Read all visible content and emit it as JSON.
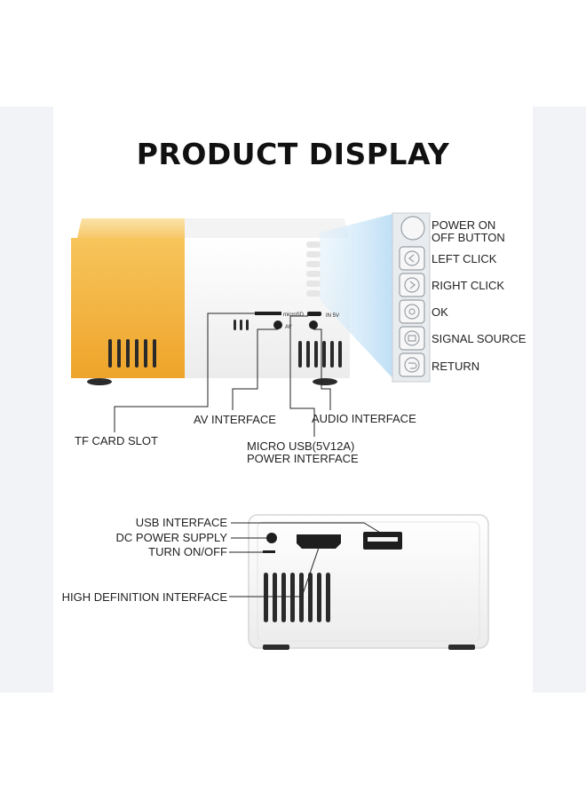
{
  "title": "PRODUCT DISPLAY",
  "front_view": {
    "port_labels": {
      "micro_sd": "microSD",
      "in_5v": "IN 5V",
      "av": "AV"
    },
    "buttons": [
      {
        "icon": "power-icon",
        "label_line1": "POWER ON",
        "label_line2": "OFF BUTTON"
      },
      {
        "icon": "left-arrow-icon",
        "label": "LEFT CLICK"
      },
      {
        "icon": "right-arrow-icon",
        "label": "RIGHT CLICK"
      },
      {
        "icon": "ok-icon",
        "label": "OK"
      },
      {
        "icon": "signal-source-icon",
        "label": "SIGNAL SOURCE"
      },
      {
        "icon": "return-icon",
        "label": "RETURN"
      }
    ],
    "callouts": {
      "av_interface": "AV INTERFACE",
      "audio_interface": "AUDIO INTERFACE",
      "tf_card_slot": "TF CARD SLOT",
      "micro_usb_line1": "MICRO USB(5V12A)",
      "micro_usb_line2": "POWER INTERFACE"
    }
  },
  "back_view": {
    "callouts": {
      "usb_interface": "USB INTERFACE",
      "dc_power_supply": "DC POWER SUPPLY",
      "turn_on_off": "TURN ON/OFF",
      "high_definition_interface": "HIGH DEFINITION INTERFACE"
    }
  },
  "colors": {
    "accent_yellow": "#f2b13a",
    "body_white": "#f4f4f4",
    "beam_blue": "#cfe6f7"
  }
}
